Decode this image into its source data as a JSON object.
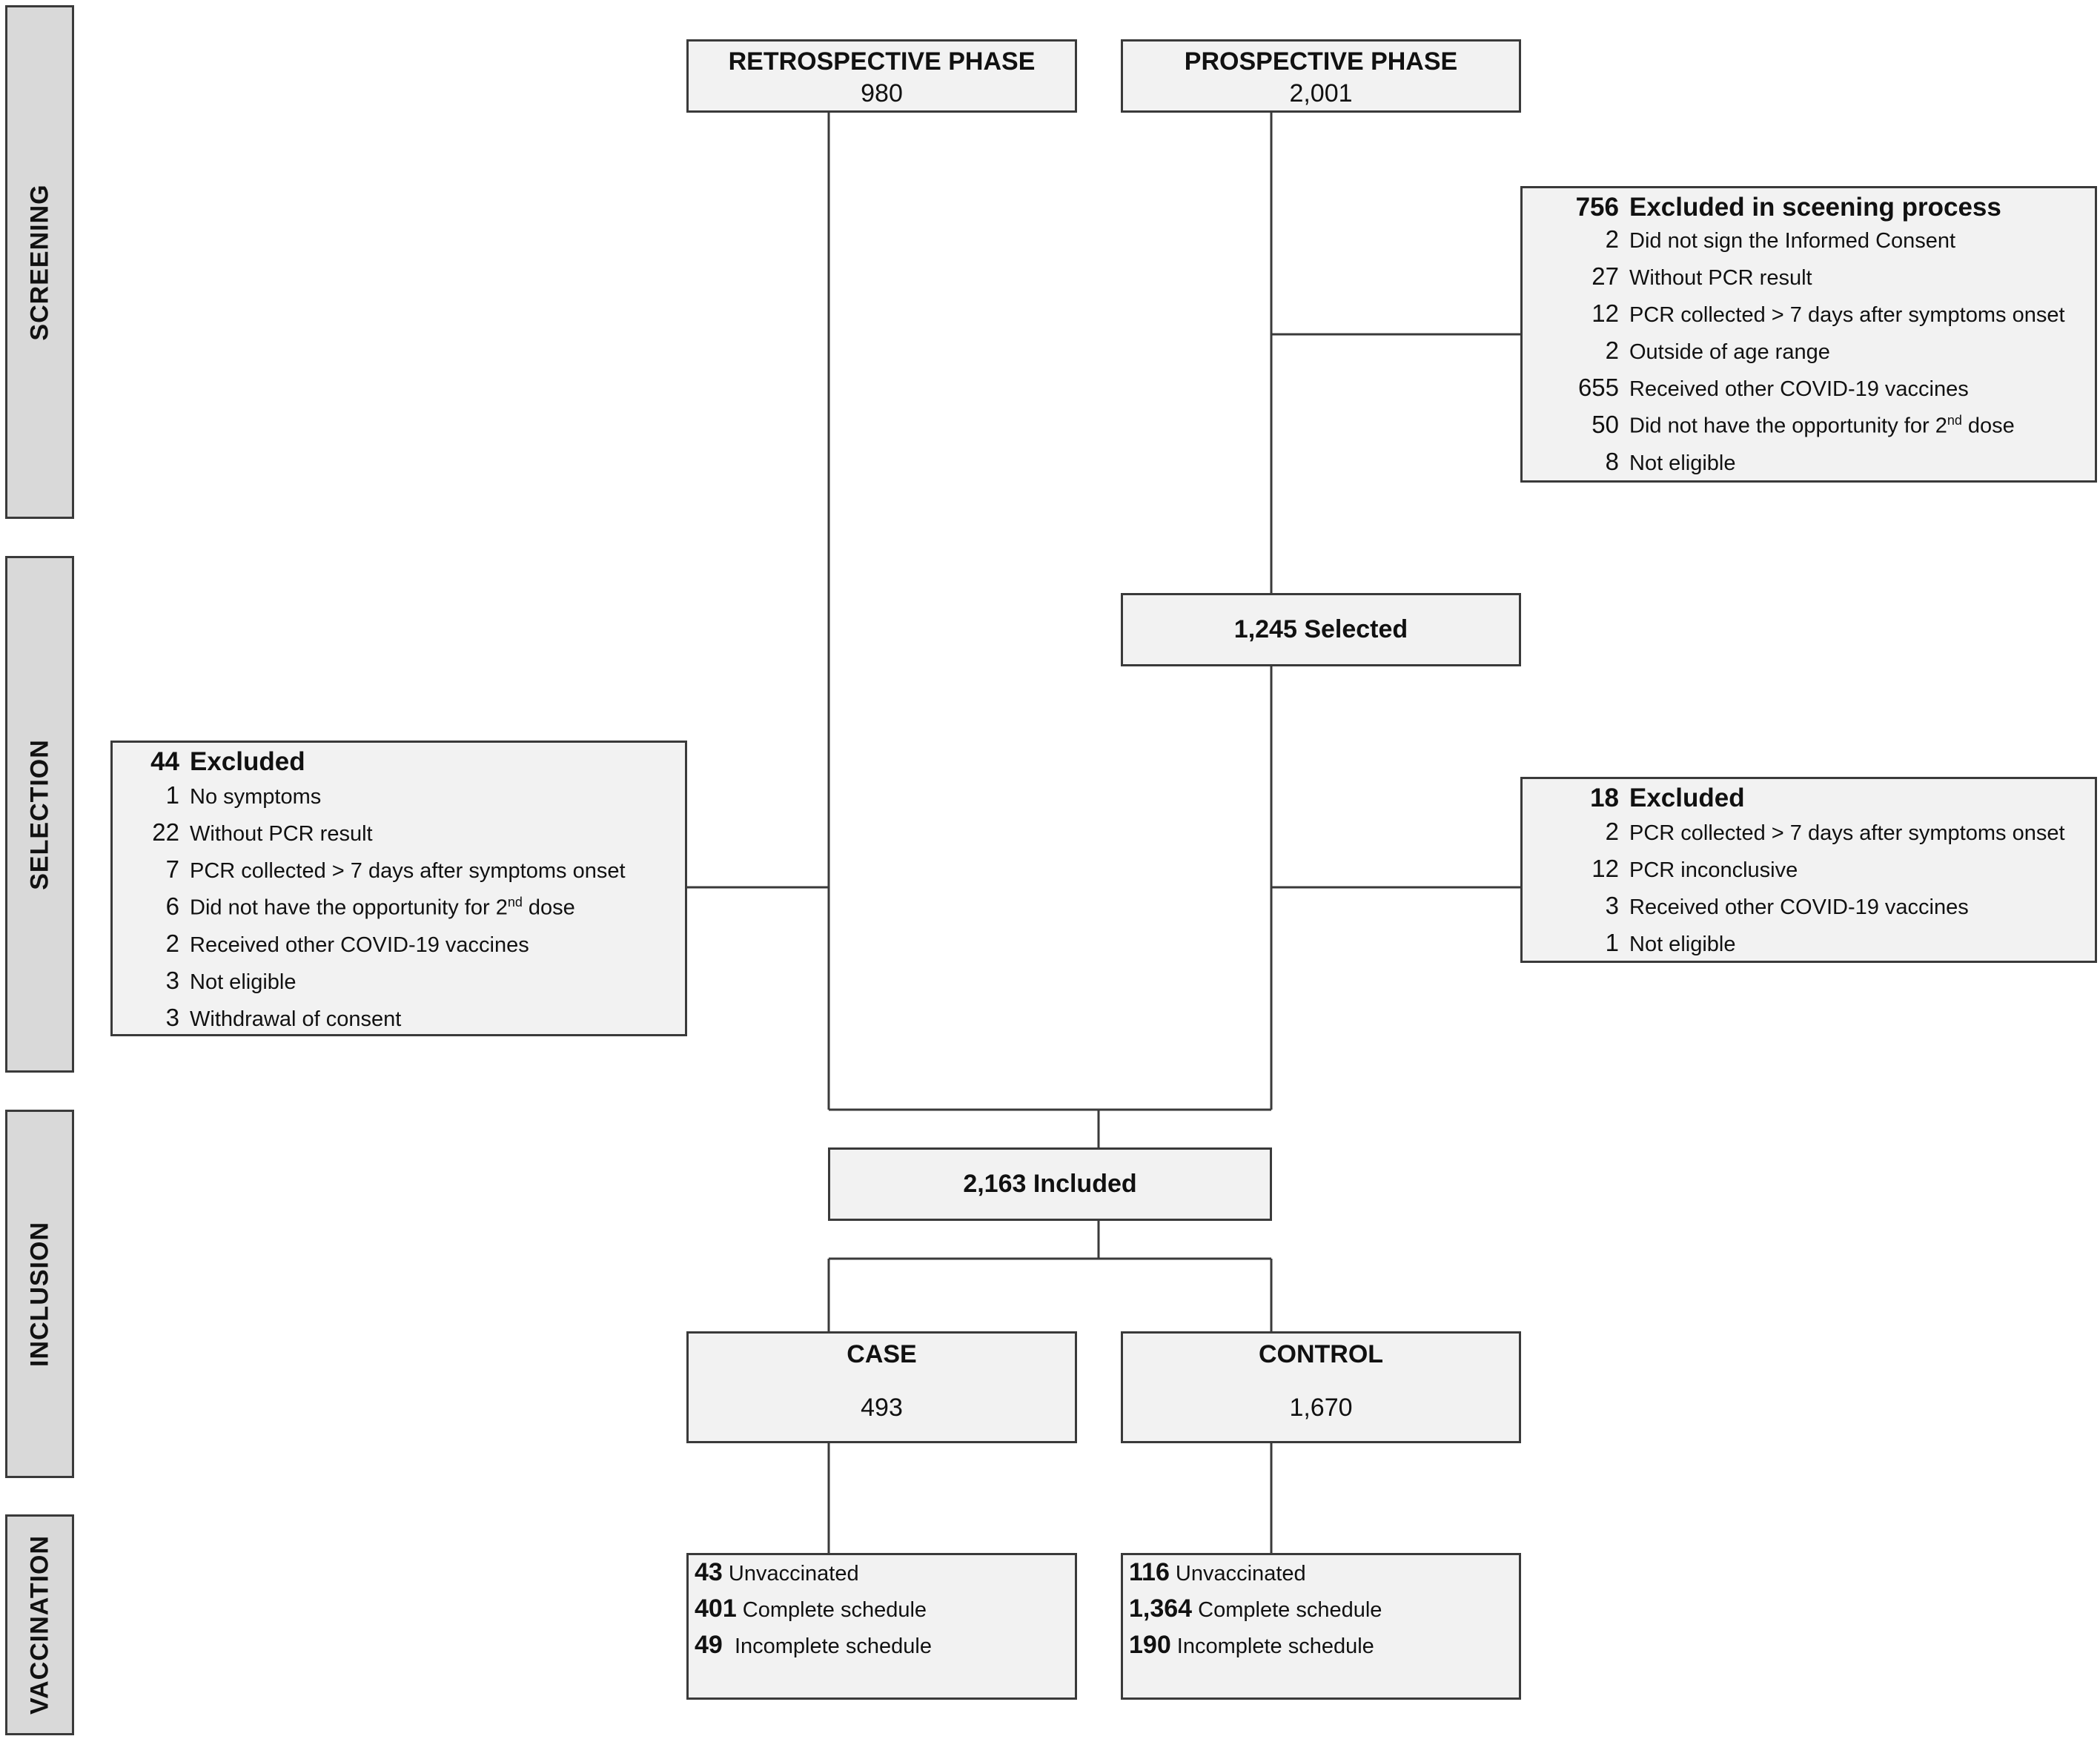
{
  "side_labels": [
    "SCREENING",
    "SELECTION",
    "INCLUSION",
    "VACCINATION"
  ],
  "retrospective": {
    "title": "RETROSPECTIVE PHASE",
    "value": "980"
  },
  "prospective": {
    "title": "PROSPECTIVE PHASE",
    "value": "2,001"
  },
  "screening_excluded": {
    "count": "756",
    "title": "Excluded in sceening process",
    "items": [
      {
        "n": "2",
        "text": "Did not sign the Informed Consent"
      },
      {
        "n": "27",
        "text": "Without PCR result"
      },
      {
        "n": "12",
        "text": "PCR collected > 7 days after symptoms onset"
      },
      {
        "n": "2",
        "text": "Outside of age range"
      },
      {
        "n": "655",
        "text": "Received other COVID-19 vaccines"
      },
      {
        "n": "50",
        "text": "Did not have the opportunity for 2",
        "sup": "nd",
        "suffix": " dose"
      },
      {
        "n": "8",
        "text": "Not eligible"
      }
    ]
  },
  "selected": {
    "label": "1,245 Selected"
  },
  "retro_excluded": {
    "count": "44",
    "title": "Excluded",
    "items": [
      {
        "n": "1",
        "text": "No symptoms"
      },
      {
        "n": "22",
        "text": "Without PCR result"
      },
      {
        "n": "7",
        "text": "PCR collected > 7 days after symptoms onset"
      },
      {
        "n": "6",
        "text": "Did not have the opportunity for 2",
        "sup": "nd",
        "suffix": " dose"
      },
      {
        "n": "2",
        "text": "Received other COVID-19 vaccines"
      },
      {
        "n": "3",
        "text": "Not eligible"
      },
      {
        "n": "3",
        "text": "Withdrawal of consent"
      }
    ]
  },
  "prosp_excluded": {
    "count": "18",
    "title": "Excluded",
    "items": [
      {
        "n": "2",
        "text": "PCR collected > 7 days after symptoms onset"
      },
      {
        "n": "12",
        "text": "PCR inconclusive"
      },
      {
        "n": "3",
        "text": "Received other COVID-19 vaccines"
      },
      {
        "n": "1",
        "text": "Not eligible"
      }
    ]
  },
  "included": {
    "label": "2,163 Included"
  },
  "case": {
    "title": "CASE",
    "value": "493"
  },
  "control": {
    "title": "CONTROL",
    "value": "1,670"
  },
  "case_vacc": [
    {
      "n": "43",
      "text": " Unvaccinated"
    },
    {
      "n": "401",
      "text": " Complete schedule"
    },
    {
      "n": "49",
      "text": "  Incomplete schedule"
    }
  ],
  "control_vacc": [
    {
      "n": "116",
      "text": " Unvaccinated"
    },
    {
      "n": "1,364",
      "text": " Complete schedule"
    },
    {
      "n": "190",
      "text": " Incomplete schedule"
    }
  ],
  "colors": {
    "box_fill": "#f2f2f2",
    "side_fill": "#d9d9d9",
    "border": "#3a3a3a"
  }
}
